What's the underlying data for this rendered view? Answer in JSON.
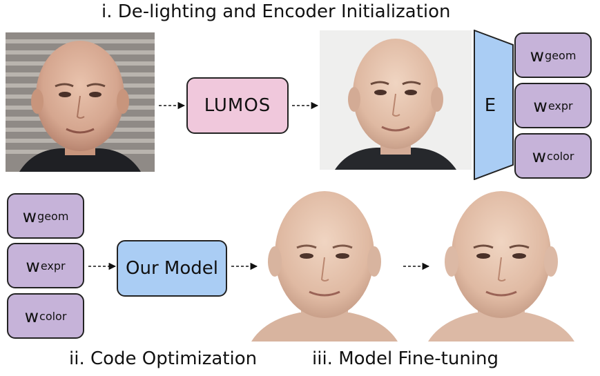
{
  "section_titles": {
    "stage1": "i. De-lighting and Encoder Initialization",
    "stage2": "ii. Code Optimization",
    "stage3": "iii. Model Fine-tuning"
  },
  "blocks": {
    "lumos": "LUMOS",
    "encoder": "E",
    "our_model": "Our Model"
  },
  "latent_codes": [
    {
      "base": "w",
      "sub": "geom"
    },
    {
      "base": "w",
      "sub": "expr"
    },
    {
      "base": "w",
      "sub": "color"
    }
  ],
  "colors": {
    "lumos_fill": "#f0c8dc",
    "latent_fill": "#c6b3d9",
    "model_fill": "#aacdf4",
    "encoder_fill": "#aacdf4"
  }
}
